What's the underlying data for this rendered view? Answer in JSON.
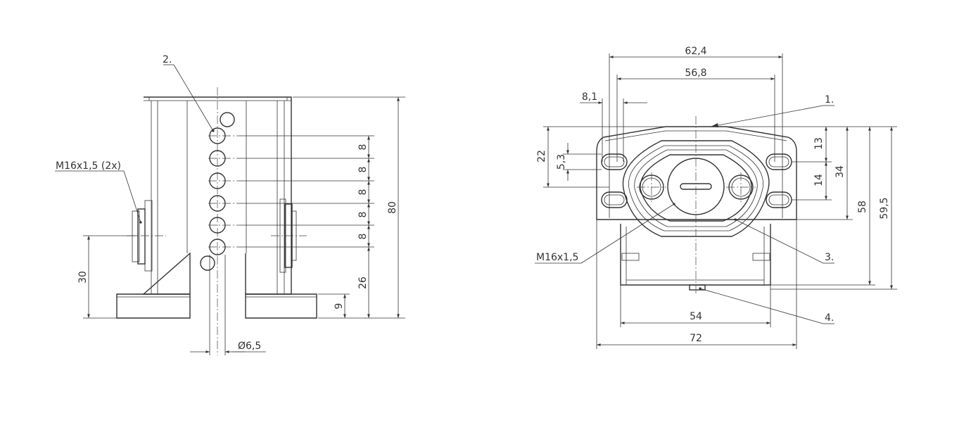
{
  "labels": {
    "callout_1": "1.",
    "callout_2": "2.",
    "callout_3": "3.",
    "callout_4": "4.",
    "thread_side": "M16x1,5 (2x)",
    "thread_front": "M16x1,5"
  },
  "side_view": {
    "dim_total_height": "80",
    "dim_cable_axis": "30",
    "dim_led_bottom": "26",
    "dim_base": "9",
    "dim_led_pitch": [
      "8",
      "8",
      "8",
      "8",
      "8"
    ],
    "dim_led_diameter": "Ø6,5"
  },
  "front_view": {
    "dim_outer_width_top": "62,4",
    "dim_hole_pitch": "56,8",
    "dim_slot": "8,1",
    "dim_22": "22",
    "dim_5_3": "5,3",
    "dim_13": "13",
    "dim_14": "14",
    "dim_34": "34",
    "dim_58": "58",
    "dim_59_5": "59,5",
    "dim_54": "54",
    "dim_72": "72"
  }
}
